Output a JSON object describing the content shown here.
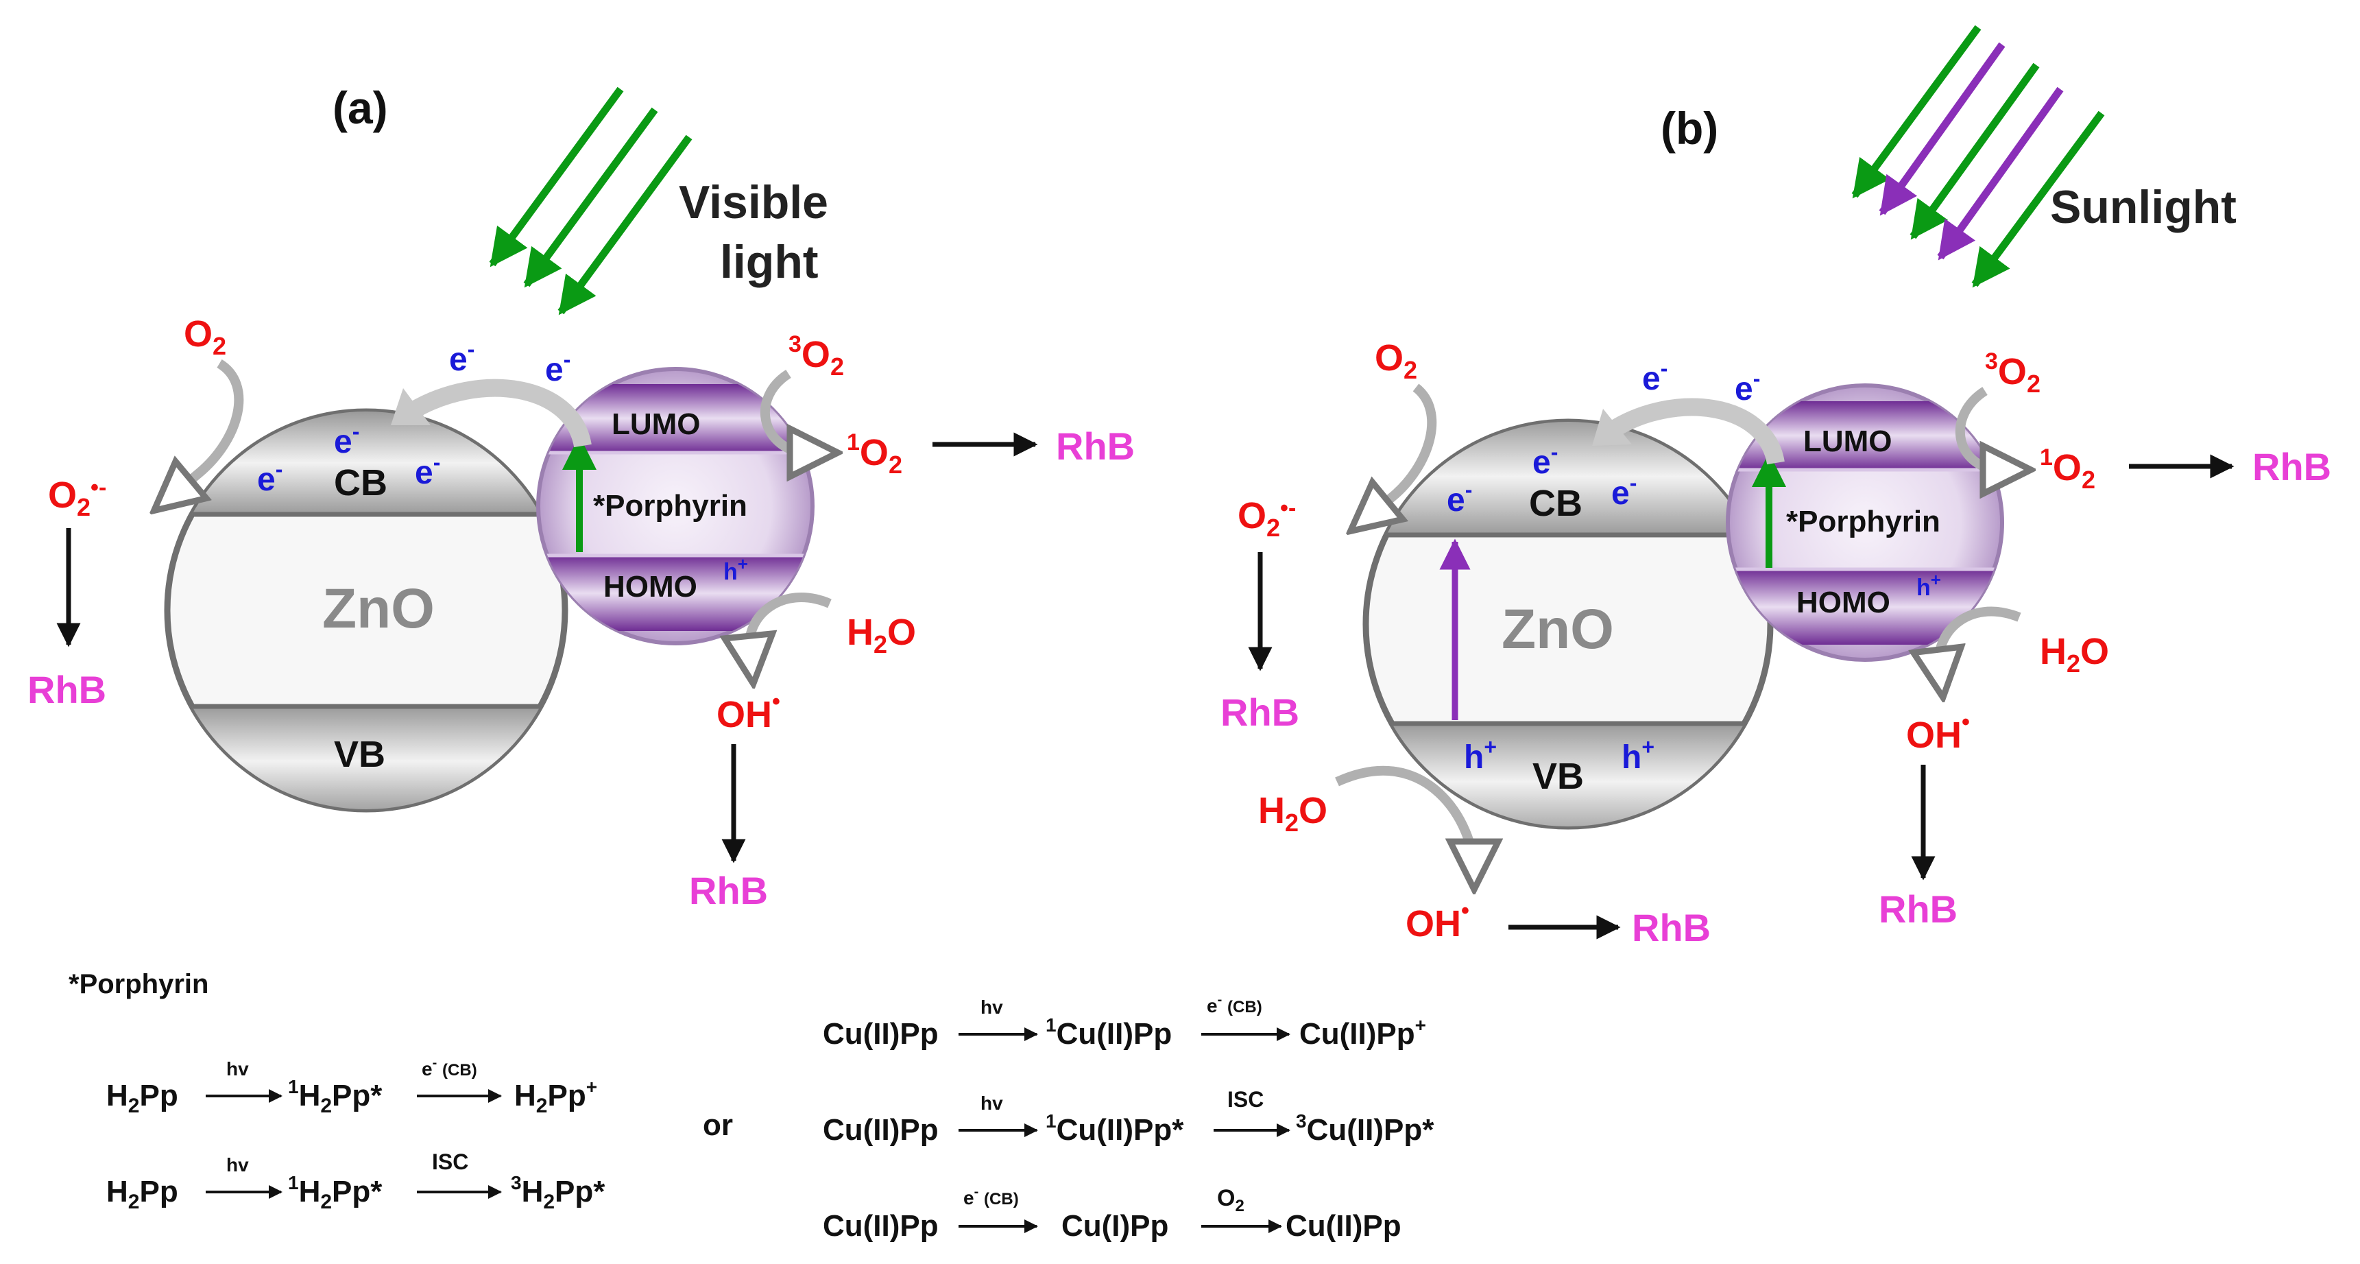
{
  "colors": {
    "red": "#ee1111",
    "magenta": "#e83fd6",
    "blue": "#1a1ad8",
    "green": "#0a9a14",
    "purple": "#8a2fb8",
    "gray_text": "#8a8a8a",
    "black": "#111111"
  },
  "panel_a": {
    "tag": "(a)",
    "light_line1": "Visible",
    "light_line2": "light",
    "zno": "ZnO",
    "cb": "CB",
    "vb": "VB",
    "lumo": "LUMO",
    "homo": "HOMO",
    "porphyrin": "*Porphyrin",
    "o2": "O",
    "o2_radical": "O",
    "o2_3": "O",
    "o2_1": "O",
    "h2o": "H",
    "oh": "OH",
    "rhb": "RhB",
    "electron": "e",
    "hole": "h"
  },
  "panel_b": {
    "tag": "(b)",
    "light": "Sunlight",
    "zno": "ZnO",
    "cb": "CB",
    "vb": "VB",
    "lumo": "LUMO",
    "homo": "HOMO",
    "porphyrin": "*Porphyrin",
    "rhb": "RhB"
  },
  "equations": {
    "heading": "*Porphyrin",
    "or": "or",
    "hv": "hv",
    "isc": "ISC",
    "e_cb": "e",
    "cb_paren": "(CB)",
    "h2pp": "H",
    "cu2pp": "Cu(II)Pp",
    "cu1pp": "Cu(I)Pp"
  }
}
